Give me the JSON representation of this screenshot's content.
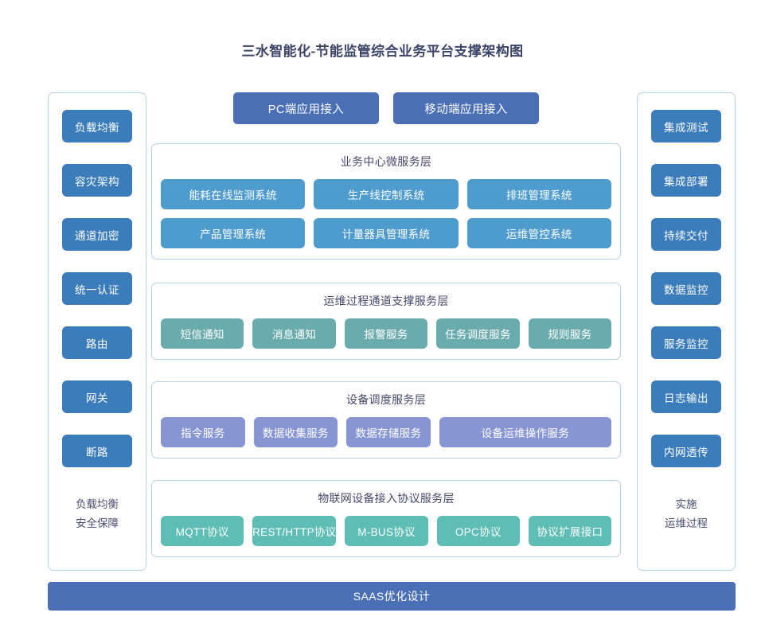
{
  "title": "三水智能化-节能监管综合业务平台支撑架构图",
  "colors": {
    "title_text": "#3c4468",
    "panel_border": "#b6d2e8",
    "sidebar_button": "#3b7dba",
    "access_button": "#4a6fb5",
    "business_layer": "#4e9bcd",
    "ops_layer": "#6aabae",
    "device_layer": "#8796d2",
    "iot_layer": "#5ebdb5",
    "saas_bar": "#4a6fb5",
    "layer_title_text": "#44486b"
  },
  "left_panel": {
    "items": [
      {
        "label": "负载均衡"
      },
      {
        "label": "容灾架构"
      },
      {
        "label": "通道加密"
      },
      {
        "label": "统一认证"
      },
      {
        "label": "路由"
      },
      {
        "label": "网关"
      },
      {
        "label": "断路"
      }
    ],
    "footer_line1": "负载均衡",
    "footer_line2": "安全保障"
  },
  "right_panel": {
    "items": [
      {
        "label": "集成测试"
      },
      {
        "label": "集成部署"
      },
      {
        "label": "持续交付"
      },
      {
        "label": "数据监控"
      },
      {
        "label": "服务监控"
      },
      {
        "label": "日志输出"
      },
      {
        "label": "内网透传"
      }
    ],
    "footer_line1": "实施",
    "footer_line2": "运维过程"
  },
  "access": {
    "pc": "PC端应用接入",
    "mobile": "移动端应用接入"
  },
  "layers": [
    {
      "id": "business",
      "title": "业务中心微服务层",
      "rows": [
        [
          "能耗在线监测系统",
          "生产线控制系统",
          "排班管理系统"
        ],
        [
          "产品管理系统",
          "计量器具管理系统",
          "运维管控系统"
        ]
      ]
    },
    {
      "id": "ops",
      "title": "运维过程通道支撑服务层",
      "rows": [
        [
          "短信通知",
          "消息通知",
          "报警服务",
          "任务调度服务",
          "规则服务"
        ]
      ]
    },
    {
      "id": "device",
      "title": "设备调度服务层",
      "rows": [
        [
          "指令服务",
          "数据收集服务",
          "数据存储服务",
          "设备运维操作服务"
        ]
      ]
    },
    {
      "id": "iot",
      "title": "物联网设备接入协议服务层",
      "rows": [
        [
          "MQTT协议",
          "REST/HTTP协议",
          "M-BUS协议",
          "OPC协议",
          "协议扩展接口"
        ]
      ]
    }
  ],
  "saas_bar": {
    "label": "SAAS优化设计"
  }
}
